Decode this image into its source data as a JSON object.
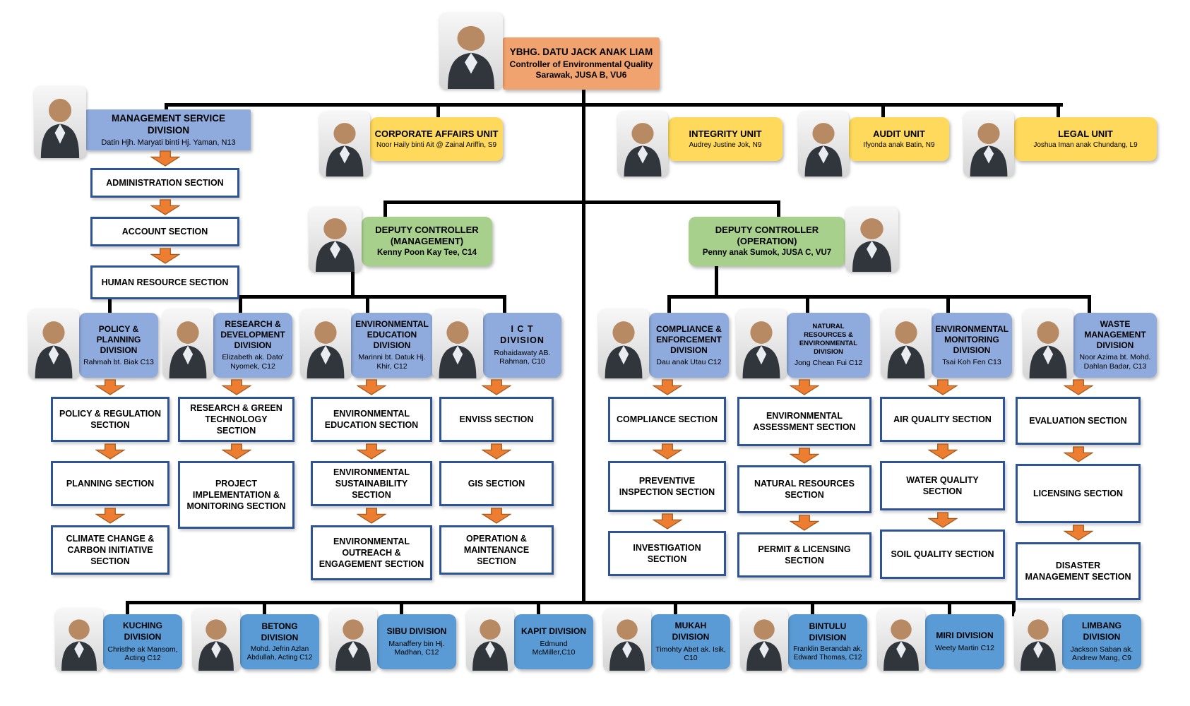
{
  "colors": {
    "controller_box": "#F1A36F",
    "unit_box": "#FFD95C",
    "deputy_box": "#A8D08D",
    "division_box": "#8FAADC",
    "regional_box": "#5B9BD5",
    "section_border": "#2E5496",
    "arrow": "#ED7D31",
    "connector": "#000000"
  },
  "org": {
    "controller": {
      "name": "YBHG. DATU JACK ANAK LIAM",
      "role": "Controller of Environmental Quality",
      "grade": "Sarawak, JUSA B, VU6"
    },
    "management_service": {
      "title": "MANAGEMENT SERVICE DIVISION",
      "officer": "Datin Hjh. Maryati binti Hj. Yaman, N13",
      "sections": [
        "ADMINISTRATION  SECTION",
        "ACCOUNT SECTION",
        "HUMAN RESOURCE SECTION"
      ]
    },
    "units": [
      {
        "title": "CORPORATE AFFAIRS UNIT",
        "officer": "Noor Haily binti Ait @ Zainal Ariffin, S9"
      },
      {
        "title": "INTEGRITY  UNIT",
        "officer": "Audrey Justine Jok, N9"
      },
      {
        "title": "AUDIT  UNIT",
        "officer": "Ifyonda anak Batin, N9"
      },
      {
        "title": "LEGAL  UNIT",
        "officer": "Joshua Iman anak Chundang, L9"
      }
    ],
    "deputies": [
      {
        "title": "DEPUTY CONTROLLER (MANAGEMENT)",
        "officer": "Kenny Poon Kay Tee, C14"
      },
      {
        "title": "DEPUTY CONTROLLER (OPERATION)",
        "officer": "Penny anak Sumok, JUSA C, VU7"
      }
    ],
    "divisions": [
      {
        "title": "POLICY & PLANNING DIVISION",
        "officer": "Rahmah bt. Biak C13",
        "sections": [
          "POLICY & REGULATION SECTION",
          "PLANNING SECTION",
          "CLIMATE CHANGE & CARBON INITIATIVE SECTION"
        ]
      },
      {
        "title": "RESEARCH & DEVELOPMENT DIVISION",
        "officer": "Elizabeth ak. Dato' Nyomek, C12",
        "sections": [
          "RESEARCH & GREEN TECHNOLOGY SECTION",
          "PROJECT IMPLEMENTATION & MONITORING SECTION"
        ]
      },
      {
        "title": "ENVIRONMENTAL EDUCATION DIVISION",
        "officer": "Marinni bt. Datuk Hj. Khir, C12",
        "sections": [
          "ENVIRONMENTAL EDUCATION SECTION",
          "ENVIRONMENTAL SUSTAINABILITY SECTION",
          "ENVIRONMENTAL OUTREACH & ENGAGEMENT SECTION"
        ]
      },
      {
        "title": "I C T DIVISION",
        "officer": "Rohaidawaty AB. Rahman, C10",
        "sections": [
          "ENVISS SECTION",
          "GIS SECTION",
          "OPERATION & MAINTENANCE SECTION"
        ]
      },
      {
        "title": "COMPLIANCE & ENFORCEMENT DIVISION",
        "officer": "Dau anak Utau C12",
        "sections": [
          "COMPLIANCE SECTION",
          "PREVENTIVE INSPECTION SECTION",
          "INVESTIGATION SECTION"
        ]
      },
      {
        "title": "NATURAL RESOURCES & ENVIRONMENTAL DIVISION",
        "officer": "Jong Chean Fui C12",
        "sections": [
          "ENVIRONMENTAL ASSESSMENT SECTION",
          "NATURAL RESOURCES SECTION",
          "PERMIT & LICENSING SECTION"
        ]
      },
      {
        "title": "ENVIRONMENTAL MONITORING DIVISION",
        "officer": "Tsai Koh Fen C13",
        "sections": [
          "AIR QUALITY SECTION",
          "WATER QUALITY SECTION",
          "SOIL QUALITY SECTION"
        ]
      },
      {
        "title": "WASTE MANAGEMENT DIVISION",
        "officer": "Noor Azima bt. Mohd. Dahlan Badar, C13",
        "sections": [
          "EVALUATION SECTION",
          "LICENSING SECTION",
          "DISASTER MANAGEMENT SECTION"
        ]
      }
    ],
    "regional_divisions": [
      {
        "title": "KUCHING DIVISION",
        "officer": "Christhe ak Mansom, Acting C12"
      },
      {
        "title": "BETONG DIVISION",
        "officer": "Mohd. Jefrin Azlan Abdullah, Acting C12"
      },
      {
        "title": "SIBU DIVISION",
        "officer": "Manaffery bin Hj. Madhan, C12"
      },
      {
        "title": "KAPIT DIVISION",
        "officer": "Edmund McMiller,C10"
      },
      {
        "title": "MUKAH DIVISION",
        "officer": "Timohty Abet ak. Isik, C10"
      },
      {
        "title": "BINTULU DIVISION",
        "officer": "Franklin Berandah ak. Edward Thomas, C12"
      },
      {
        "title": "MIRI DIVISION",
        "officer": "Weety Martin C12"
      },
      {
        "title": "LIMBANG DIVISION",
        "officer": "Jackson Saban ak. Andrew Mang, C9"
      }
    ]
  }
}
